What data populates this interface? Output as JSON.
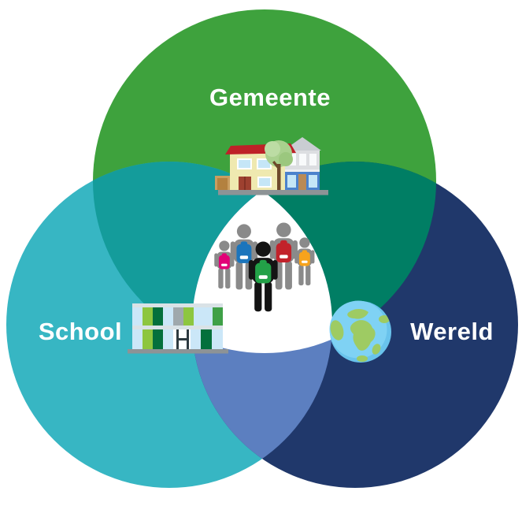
{
  "diagram": {
    "circles": [
      {
        "id": "gemeente",
        "label": "Gemeente",
        "color": "#3ea23d",
        "icon": "house-street-icon"
      },
      {
        "id": "school",
        "label": "School",
        "color": "#37b6c3",
        "icon": "school-building-icon"
      },
      {
        "id": "wereld",
        "label": "Wereld",
        "color": "#20386b",
        "icon": "globe-icon"
      }
    ],
    "overlaps": {
      "gemeente_school": "#149c9b",
      "gemeente_wereld": "#007e64",
      "school_wereld": "#5c7fc0",
      "center": "#ffffff"
    },
    "center_icon": "students-group-icon",
    "backpack_colors": [
      "#e20177",
      "#1b75bc",
      "#23a148",
      "#c2222b",
      "#f7a31c"
    ]
  }
}
